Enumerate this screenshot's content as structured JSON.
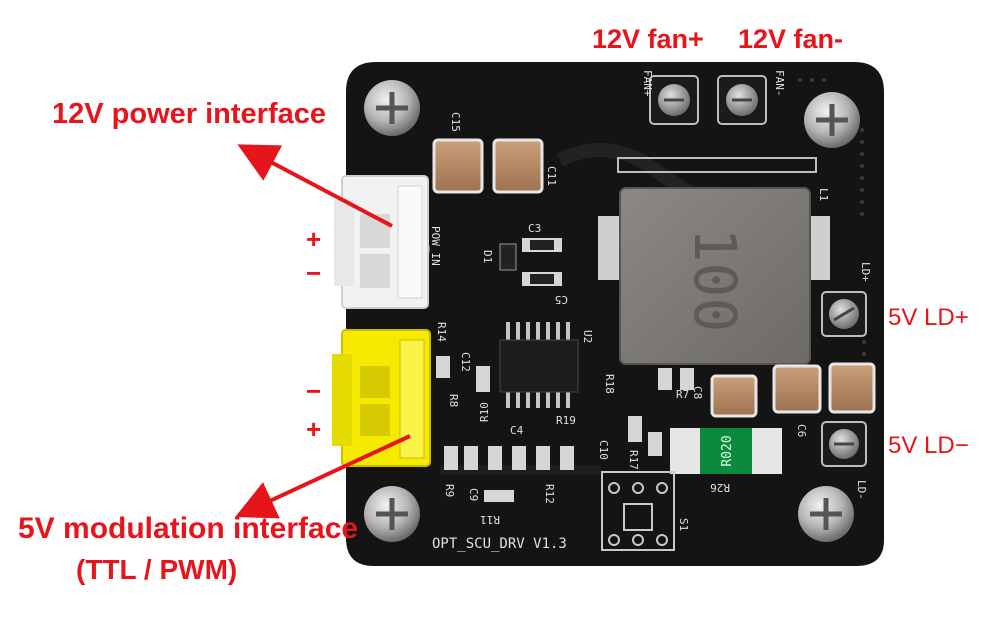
{
  "labels": {
    "fan_plus": "12V fan+",
    "fan_minus": "12V fan-",
    "power_interface": "12V power interface",
    "ld_plus": "5V LD+",
    "ld_minus": "5V LD−",
    "modulation_line1": "5V modulation interface",
    "modulation_line2": "(TTL / PWM)",
    "power_plus": "+",
    "power_minus": "−",
    "mod_minus": "−",
    "mod_plus": "+"
  },
  "silkscreen": {
    "board_name": "OPT_SCU_DRV V1.3",
    "inductor_marking": "100",
    "resistor_marking": "R020",
    "fan_plus_pad": "FAN+",
    "fan_minus_pad": "FAN-",
    "pow_in": "POW_IN",
    "ld_plus_pad": "LD+",
    "ld_minus_pad": "LD-",
    "inductor_ref": "L1",
    "ic_ref": "U2",
    "switch_ref": "S1",
    "r26": "R26",
    "c15": "C15",
    "c11": "C11",
    "c3": "C3",
    "c5": "C5",
    "d1": "D1",
    "r14": "R14",
    "c12": "C12",
    "r8": "R8",
    "r10": "R10",
    "c4": "C4",
    "r19": "R19",
    "c10": "C10",
    "r9": "R9",
    "c9": "C9",
    "r11": "R11",
    "r12": "R12",
    "r17": "R17",
    "r18": "R18",
    "c8": "C8",
    "c6": "C6",
    "r7": "R7"
  },
  "colors": {
    "annotation": "#e8141b",
    "pcb": "#141414",
    "connector_power": "#f2f2f2",
    "connector_modulation": "#f5ea00",
    "inductor": "#7d7a76"
  }
}
